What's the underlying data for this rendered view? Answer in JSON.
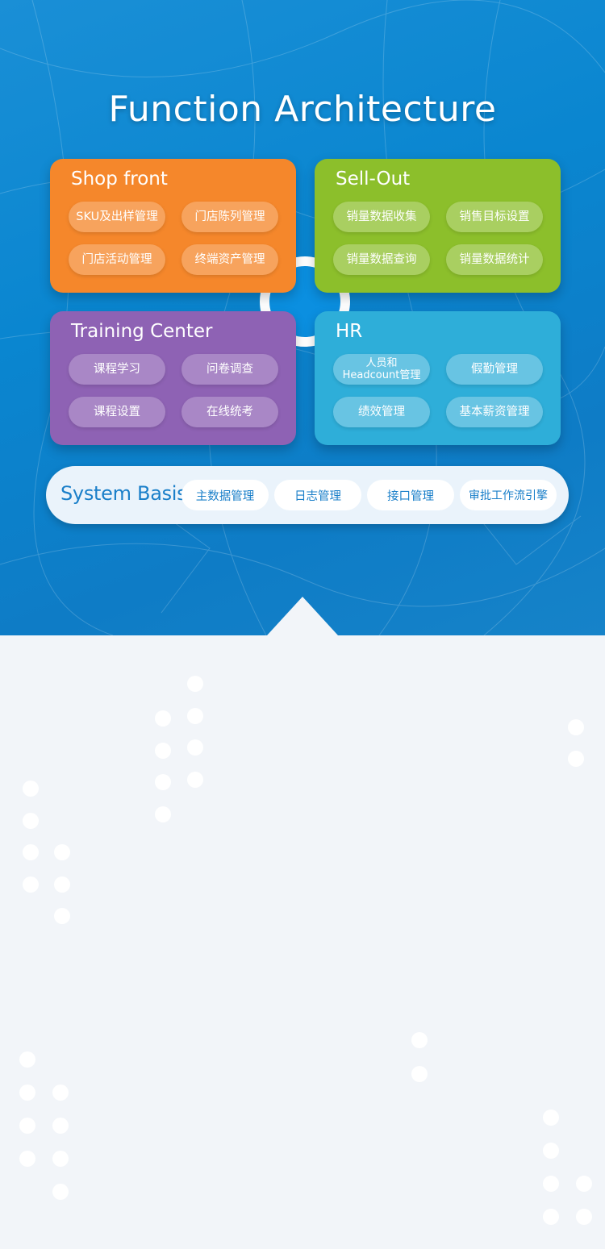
{
  "page": {
    "title": "Function Architecture"
  },
  "modules": {
    "shop_front": {
      "title": "Shop front",
      "items": [
        "SKU及出样管理",
        "门店陈列管理",
        "门店活动管理",
        "终端资产管理"
      ]
    },
    "sell_out": {
      "title": "Sell-Out",
      "items": [
        "销量数据收集",
        "销售目标设置",
        "销量数据查询",
        "销量数据统计"
      ]
    },
    "training_center": {
      "title": "Training Center",
      "items": [
        "课程学习",
        "问卷调查",
        "课程设置",
        "在线统考"
      ]
    },
    "hr": {
      "title": "HR",
      "items": [
        "人员和\nHeadcount管理",
        "假勤管理",
        "绩效管理",
        "基本薪资管理"
      ]
    }
  },
  "system_basis": {
    "title": "System Basis",
    "items": [
      "主数据管理",
      "日志管理",
      "接口管理",
      "审批工作流引擎"
    ]
  },
  "colors": {
    "background_top": "#0a86d0",
    "shop_front": "#f5872b",
    "sell_out": "#8cbf2b",
    "training_center": "#8e62b4",
    "hr": "#2eaed9",
    "system_basis_text": "#1a7fc9",
    "page_bottom": "#f2f5f9"
  }
}
